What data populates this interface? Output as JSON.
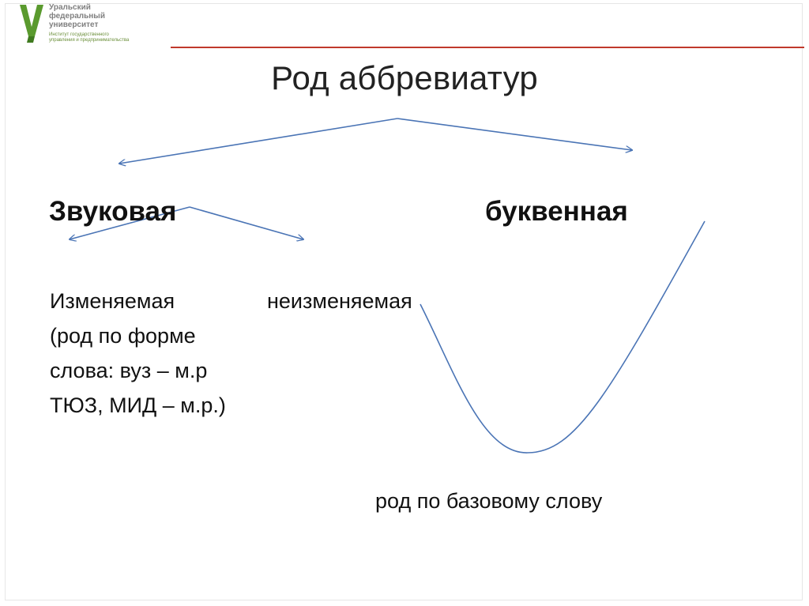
{
  "logo": {
    "line1": "Уральский",
    "line2": "федеральный",
    "line3": "университет",
    "sub1": "Институт государственного",
    "sub2": "управления и предпринимательства"
  },
  "title": "Род аббревиатур",
  "branches": {
    "left": "Звуковая",
    "right": "буквенная"
  },
  "subbranches": {
    "changeable": "Изменяемая",
    "changeable_detail": [
      "(род по форме",
      "слова: вуз – м.р",
      "ТЮЗ, МИД – м.р.)"
    ],
    "unchangeable": "неизменяемая"
  },
  "note": "род по базовому слову",
  "colors": {
    "arrow": "#4a74b5",
    "header_rule": "#c0392b",
    "logo_green": "#5a9a2e"
  }
}
